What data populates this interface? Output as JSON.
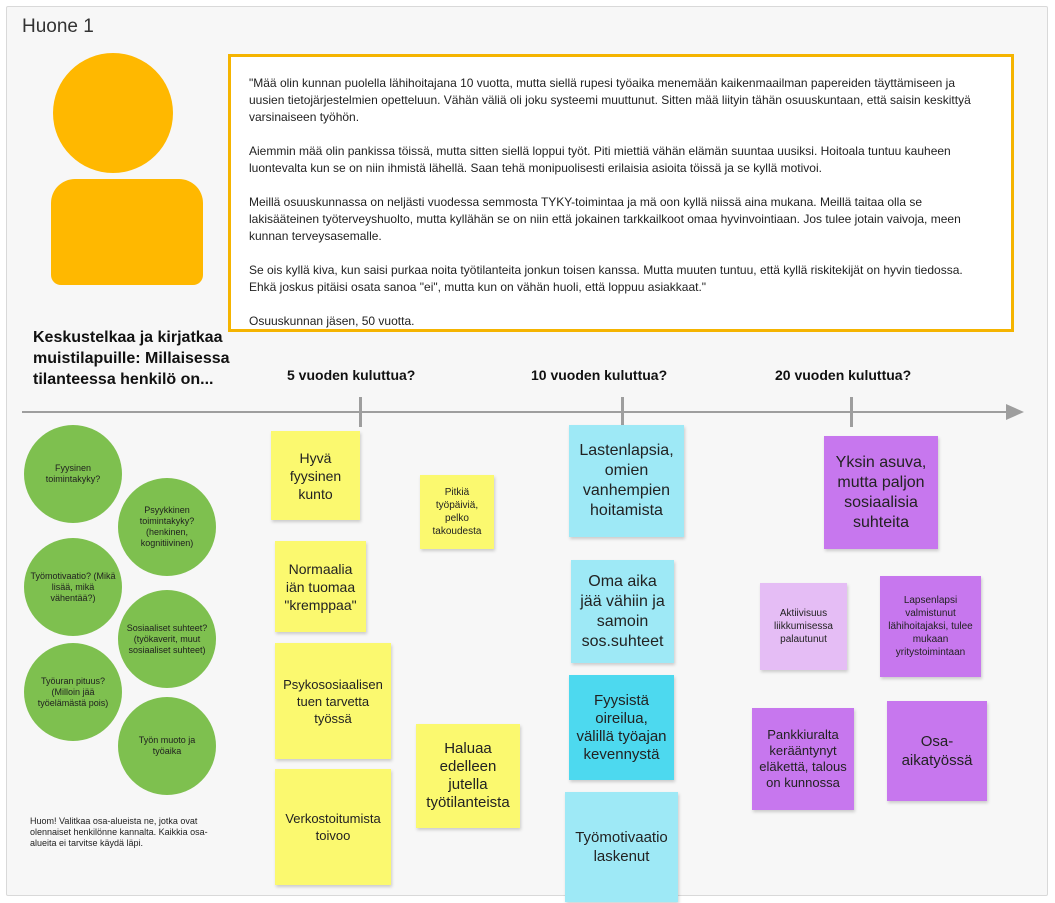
{
  "room_title": "Huone 1",
  "quote": {
    "paragraphs": [
      "\"Mää olin kunnan puolella lähihoitajana 10 vuotta, mutta siellä rupesi työaika menemään kaikenmaailman papereiden täyttämiseen ja uusien tietojärjestelmien opetteluun. Vähän väliä oli joku systeemi muuttunut. Sitten mää liityin tähän osuuskuntaan, että saisin keskittyä varsinaiseen työhön.",
      "Aiemmin mää olin pankissa töissä, mutta sitten siellä loppui työt. Piti miettiä vähän elämän suuntaa uusiksi. Hoitoala tuntuu kauheen luontevalta kun se on niin ihmistä lähellä. Saan tehä monipuolisesti erilaisia asioita töissä ja se kyllä motivoi.",
      "Meillä osuuskunnassa on neljästi vuodessa semmosta TYKY-toimintaa ja mä oon kyllä niissä aina mukana. Meillä taitaa olla se lakisääteinen työterveyshuolto, mutta kyllähän se on niin että jokainen tarkkailkoot omaa hyvinvointiaan. Jos tulee jotain vaivoja, meen kunnan terveysasemalle.",
      "Se ois kyllä kiva, kun saisi purkaa noita työtilanteita jonkun toisen kanssa. Mutta muuten tuntuu, että kyllä riskitekijät on hyvin tiedossa. Ehkä joskus pitäisi osata sanoa \"ei\", mutta kun on vähän huoli, että loppuu asiakkaat.\"",
      "Osuuskunnan jäsen, 50 vuotta."
    ]
  },
  "prompt": "Keskustelkaa ja kirjatkaa muistilapuille: Millaisessa tilanteessa henkilö on...",
  "timeline": {
    "labels": [
      "5 vuoden kuluttua?",
      "10 vuoden kuluttua?",
      "20 vuoden kuluttua?"
    ]
  },
  "circles": [
    "Fyysinen toimintakyky?",
    "Psyykkinen toimintakyky? (henkinen, kognitiivinen)",
    "Työmotivaatio? (Mikä lisää, mikä vähentää?)",
    "Sosiaaliset suhteet? (työkaverit, muut sosiaaliset suhteet)",
    "Työuran pituus? (Milloin jää työelämästä pois)",
    "Työn muoto ja työaika"
  ],
  "footnote": "Huom! Valitkaa osa-alueista ne, jotka ovat olennaiset henkilönne kannalta. Kaikkia osa-alueita ei tarvitse käydä läpi.",
  "stickies": [
    "Hyvä fyysinen kunto",
    "Normaalia iän tuomaa \"kremppaa\"",
    "Psykososiaalisen tuen tarvetta työssä",
    "Verkostoitumista toivoo",
    "Pitkiä työpäiviä, pelko takoudesta",
    "Haluaa edelleen jutella työtilanteista",
    "Lastenlapsia, omien vanhempien hoitamista",
    "Oma aika jää vähiin ja samoin sos.suhteet",
    "Fyysistä oireilua, välillä työajan kevennystä",
    "Työmotivaatio laskenut",
    "Yksin asuva, mutta paljon sosiaalisia suhteita",
    "Aktiivisuus liikkumisessa palautunut",
    "Lapsenlapsi valmistunut lähihoitajaksi, tulee mukaan yritystoimintaan",
    "Pankkiuralta kerääntynyt eläkettä, talous on kunnossa",
    "Osa-aikatyössä"
  ],
  "colors": {
    "avatar": "#ffb800",
    "quote_border": "#f5b400",
    "circle": "#7ec04f",
    "sticky_yellow": "#fbf96f",
    "sticky_cyan": "#9ee9f6",
    "sticky_cyan_strong": "#4dd9ef",
    "sticky_purple": "#c777ee",
    "sticky_lilac": "#e5bdf5"
  }
}
